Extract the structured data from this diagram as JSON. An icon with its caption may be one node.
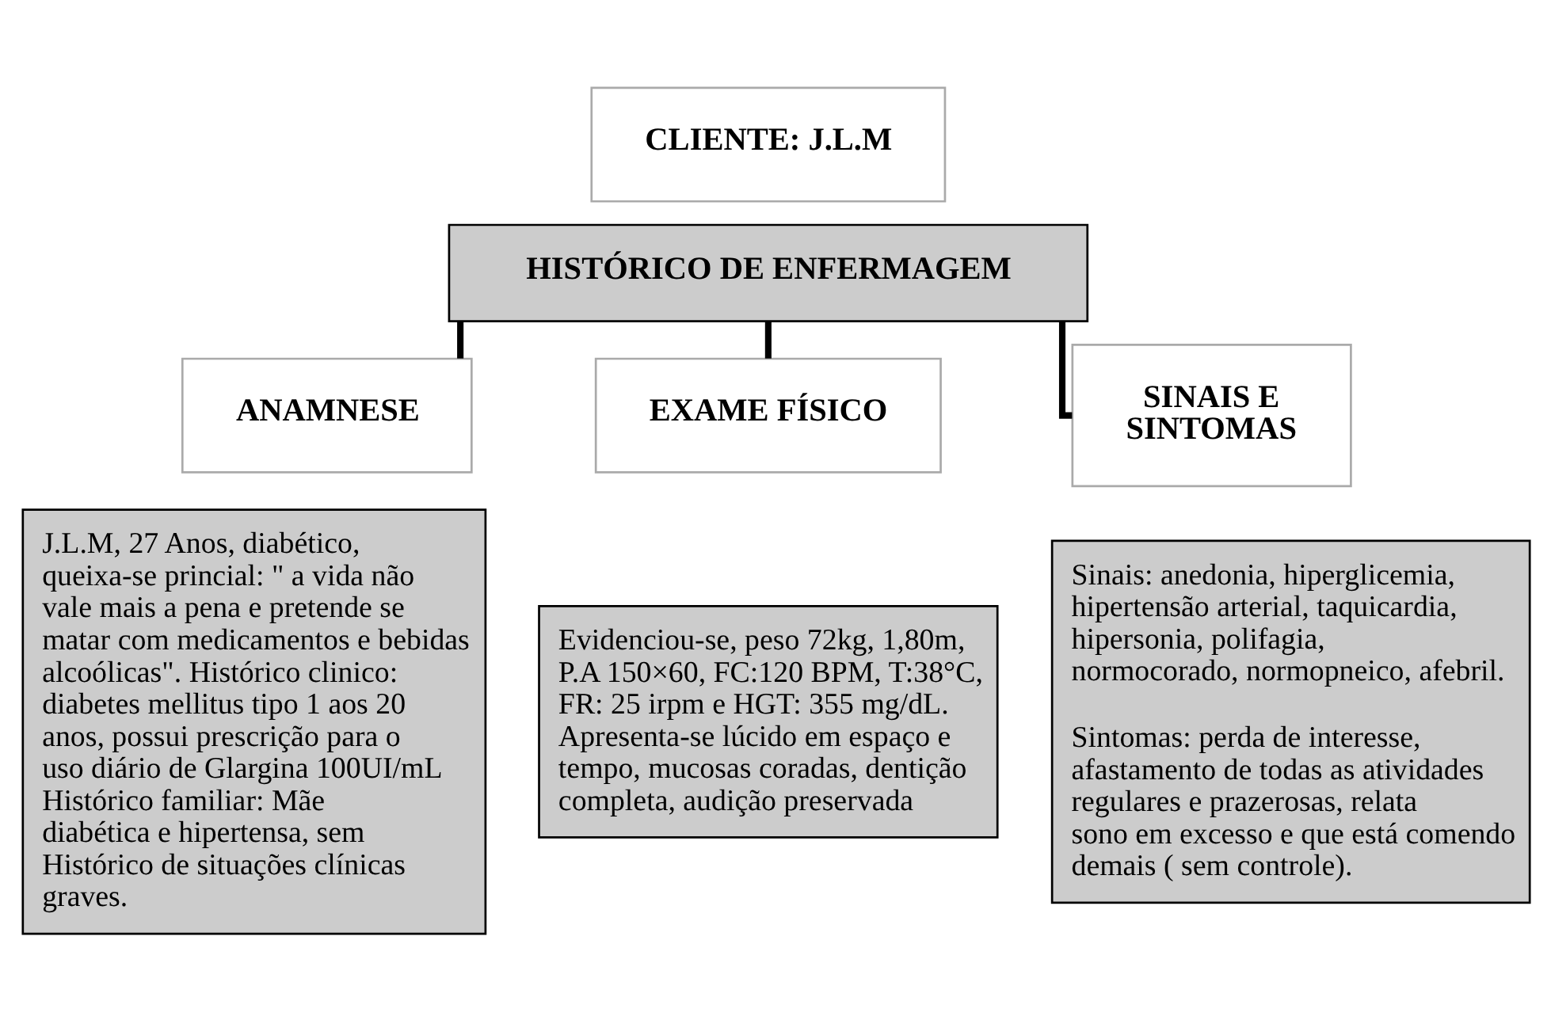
{
  "diagram": {
    "nodes": [
      {
        "text": [
          "CLIENTE: J.L.M"
        ]
      },
      {
        "text": [
          "HISTÓRICO DE ENFERMAGEM"
        ]
      },
      {
        "text": [
          "ANAMNESE"
        ]
      },
      {
        "text": [
          "J.L.M, 27 Anos, diabético, queixa-se princial: \" a vida não vale mais a pena e pretende se matar com medicamentos e bebidas alcoólicas\". Histórico clinico: diabetes mellitus tipo 1 aos 20 anos, possui prescrição para o uso diário de Glargina 100UI/mL Histórico familiar: Mãe diabética e hipertensa, sem Histórico de situações clínicas graves."
        ]
      },
      {
        "text": [
          "EXAME FÍSICO"
        ]
      },
      {
        "text": [
          "Evidenciou-se, peso 72kg, 1,80m, P.A 150×60, FC:120 BPM, T:38°C, FR: 25 irpm e HGT: 355 mg/dL. Apresenta-se lúcido em espaço e tempo, mucosas coradas, dentição completa, audição preservada"
        ]
      },
      {
        "text": [
          "SINAIS E SINTOMAS"
        ]
      },
      {
        "text": [
          "Sinais: anedonia, hiperglicemia, hipertensão arterial, taquicardia, hipersonia, polifagia, normocorado, normopneico, afebril.",
          "Sintomas: perda de interesse, afastamento de todas as atividades regulares e prazerosas, relata sono em excesso e que está comendo demais ( sem controle)."
        ]
      }
    ],
    "edges": [
      {
        "from": 1,
        "to": 2,
        "arrow": "none"
      },
      {
        "from": 1,
        "to": 4,
        "arrow": "none"
      },
      {
        "from": 1,
        "to": 6,
        "arrow": "none"
      }
    ]
  }
}
